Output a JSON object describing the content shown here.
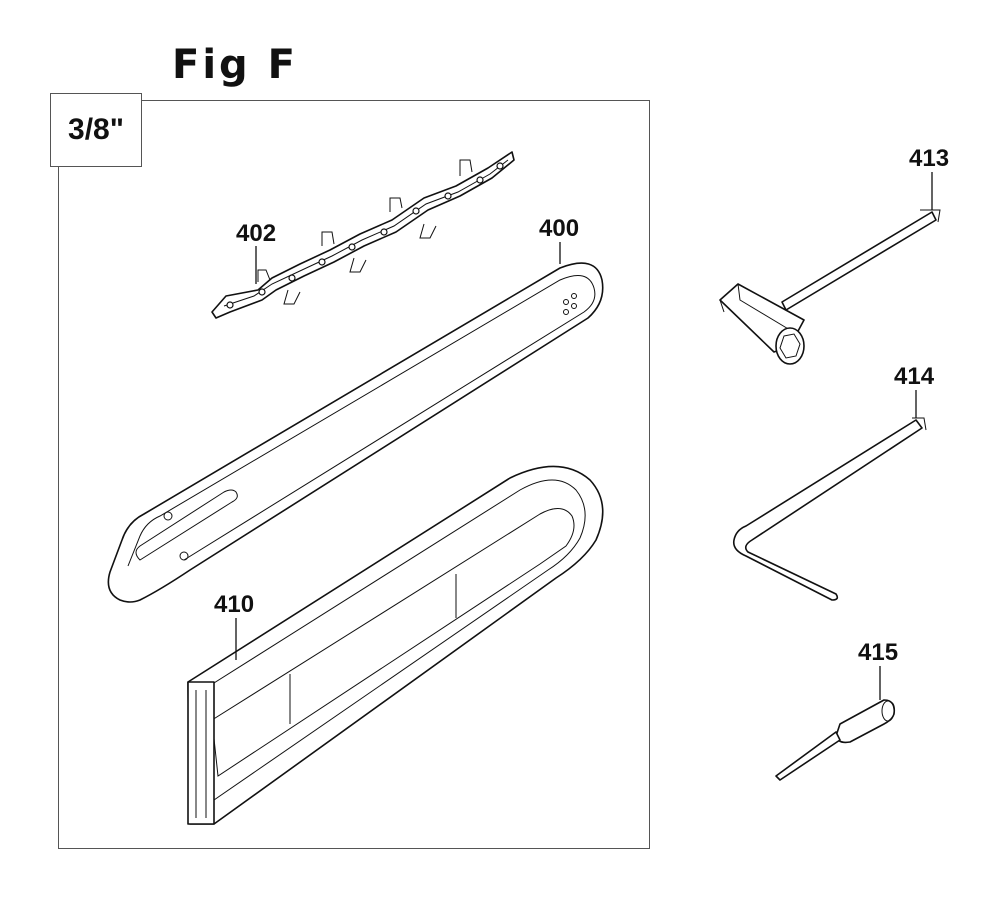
{
  "figure": {
    "title": "Fig F",
    "pitch_label": "3/8\""
  },
  "parts": [
    {
      "id": "p400",
      "number": "400"
    },
    {
      "id": "p402",
      "number": "402"
    },
    {
      "id": "p410",
      "number": "410"
    },
    {
      "id": "p413",
      "number": "413"
    },
    {
      "id": "p414",
      "number": "414"
    },
    {
      "id": "p415",
      "number": "415"
    }
  ]
}
